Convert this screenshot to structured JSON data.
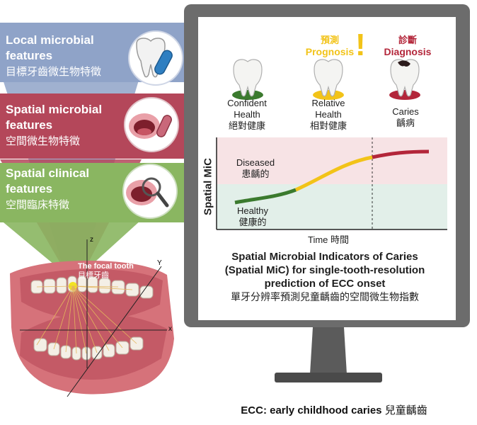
{
  "panels": {
    "local": {
      "title_line1": "Local microbial",
      "title_line2": "features",
      "zh": "目標牙齒微生物特徵",
      "color": "#8fa3c8"
    },
    "spatial_microbial": {
      "title_line1": "Spatial microbial",
      "title_line2": "features",
      "zh": "空間微生物特徵",
      "color": "#b4475a"
    },
    "spatial_clinical": {
      "title_line1": "Spatial clinical",
      "title_line2": "features",
      "zh": "空間臨床特徵",
      "color": "#8ab661"
    }
  },
  "jaw": {
    "focal_en": "The focal tooth",
    "focal_zh": "目標牙齒",
    "axis_x": "x",
    "axis_y": "Y",
    "axis_z": "z"
  },
  "stages": {
    "prognosis_zh": "預測",
    "prognosis_en": "Prognosis",
    "exclaim": "!",
    "diagnosis_zh": "診斷",
    "diagnosis_en": "Diagnosis",
    "confident": {
      "line1": "Confident",
      "line2": "Health",
      "zh": "絕對健康"
    },
    "relative": {
      "line1": "Relative",
      "line2": "Health",
      "zh": "相對健康"
    },
    "caries": {
      "line1": "Caries",
      "zh": "齲病"
    }
  },
  "plot": {
    "ylabel": "Spatial MiC",
    "diseased_en": "Diseased",
    "diseased_zh": "患齲的",
    "healthy_en": "Healthy",
    "healthy_zh": "健康的",
    "xlabel": "Time 時間"
  },
  "caption": {
    "line1": "Spatial Microbial Indicators of Caries",
    "line2": "(Spatial MiC) for single-tooth-resolution",
    "line3": "prediction of ECC onset",
    "zh": "單牙分辨率預測兒童齲齒的空間微生物指數"
  },
  "footnote": {
    "en": "ECC: early childhood caries",
    "zh": "兒童齲齒"
  },
  "colors": {
    "green": "#3b7a2e",
    "yellow": "#f2c318",
    "red": "#b3263a",
    "prognosis": "#f2c318",
    "diagnosis": "#b3263a",
    "monitor_frame": "#6c6c6c",
    "gum": "#d6727a"
  }
}
